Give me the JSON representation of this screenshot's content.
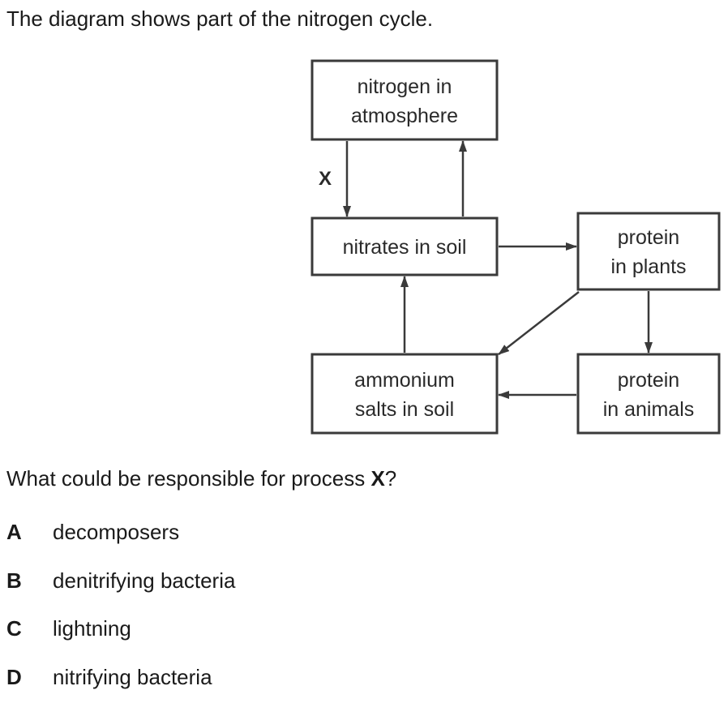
{
  "intro_text": "The diagram shows part of the nitrogen cycle.",
  "diagram": {
    "boxes": [
      {
        "id": "atmosphere",
        "lines": [
          "nitrogen in",
          "atmosphere"
        ]
      },
      {
        "id": "nitrates",
        "lines": [
          "nitrates in soil"
        ]
      },
      {
        "id": "plants",
        "lines": [
          "protein",
          "in plants"
        ]
      },
      {
        "id": "ammonium",
        "lines": [
          "ammonium",
          "salts in soil"
        ]
      },
      {
        "id": "animals",
        "lines": [
          "protein",
          "in animals"
        ]
      }
    ],
    "process_label": "X"
  },
  "question": {
    "prefix": "What could be responsible for process ",
    "bold": "X",
    "suffix": "?"
  },
  "options": [
    {
      "letter": "A",
      "text": "decomposers"
    },
    {
      "letter": "B",
      "text": "denitrifying bacteria"
    },
    {
      "letter": "C",
      "text": "lightning"
    },
    {
      "letter": "D",
      "text": "nitrifying bacteria"
    }
  ]
}
